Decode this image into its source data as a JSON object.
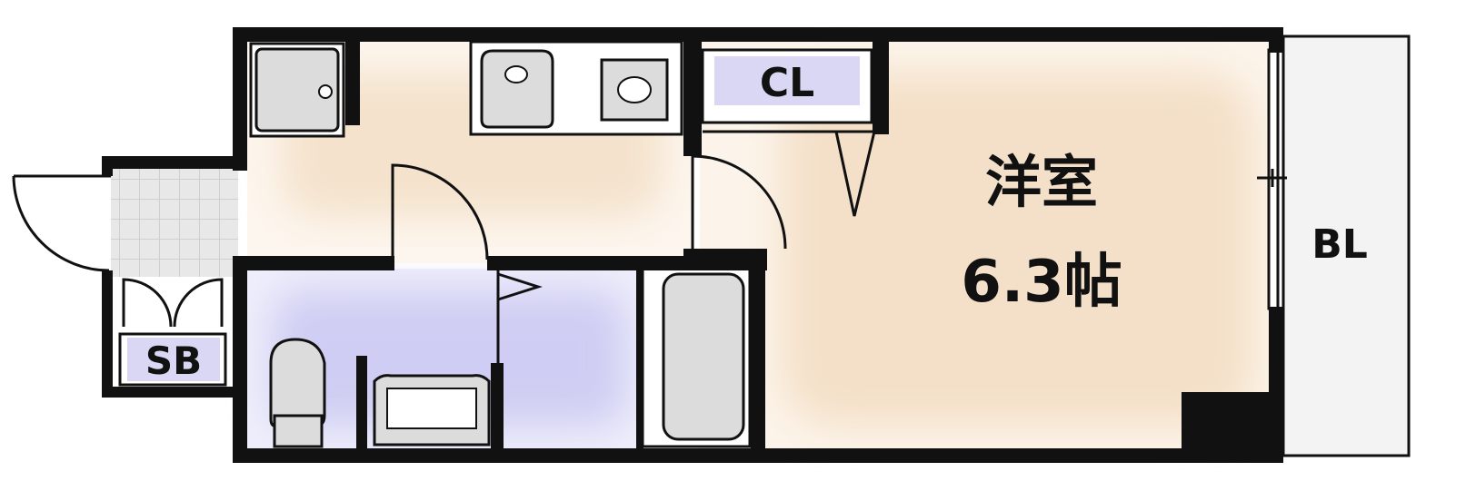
{
  "labels": {
    "main_room_name": "洋室",
    "main_room_size": "6.3帖",
    "closet": "CL",
    "balcony": "BL",
    "shoe_box": "SB"
  },
  "colors": {
    "wall": "#111111",
    "flooring": "#f6e6d2",
    "wet_area": "#d8d6f4",
    "closet_label": "#d9d7f4",
    "fixture": "#dcdcdc",
    "entrance_tile": "#e6e6e6",
    "balcony": "#f2f2f2"
  }
}
